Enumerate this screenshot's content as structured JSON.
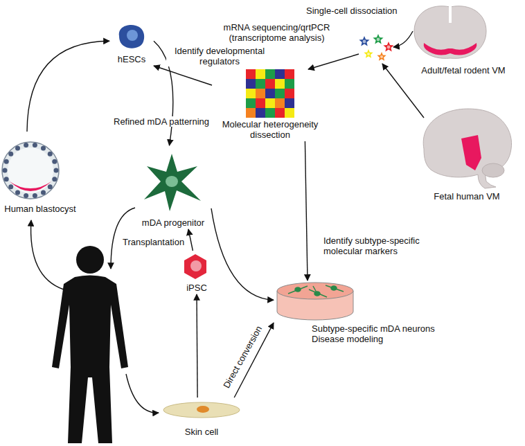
{
  "diagram": {
    "nodes": [
      {
        "text": [
          "Adult/fetal rodent VM"
        ]
      },
      {
        "text": [
          "hESCs"
        ]
      },
      {
        "text": [
          "Molecular heterogeneity dissection"
        ]
      },
      {
        "text": [
          "Fetal human VM"
        ]
      },
      {
        "text": [
          "Human blastocyst"
        ]
      },
      {
        "text": [
          "mDA progenitor"
        ]
      },
      {
        "text": [
          "iPSC"
        ]
      },
      {
        "text": [
          "Subtype-specific mDA neurons",
          "Disease modeling"
        ]
      },
      {
        "text": [
          "Skin cell"
        ]
      }
    ],
    "edges": [
      {
        "from": 4,
        "to": 1,
        "arrow": "to"
      },
      {
        "from": 1,
        "to": 5,
        "label": "Refined mDA patterning",
        "arrow": "to"
      },
      {
        "from": 2,
        "to": 1,
        "label": "Identify developmental regulators",
        "arrow": "to"
      },
      {
        "from": 2,
        "to": 7,
        "label": "Identify subtype-specific molecular markers",
        "arrow": "to"
      },
      {
        "from": 5,
        "to": 7,
        "arrow": "to"
      },
      {
        "from": 6,
        "to": 5,
        "arrow": "to"
      },
      {
        "from": 8,
        "to": 6,
        "arrow": "to"
      },
      {
        "from": 8,
        "to": 7,
        "label": "Direct conversion",
        "arrow": "to"
      }
    ],
    "labels": [
      "Single-cell dissociation",
      "mRNA sequencing/qrtPCR (transcriptome analysis)",
      "Transplantation"
    ]
  }
}
